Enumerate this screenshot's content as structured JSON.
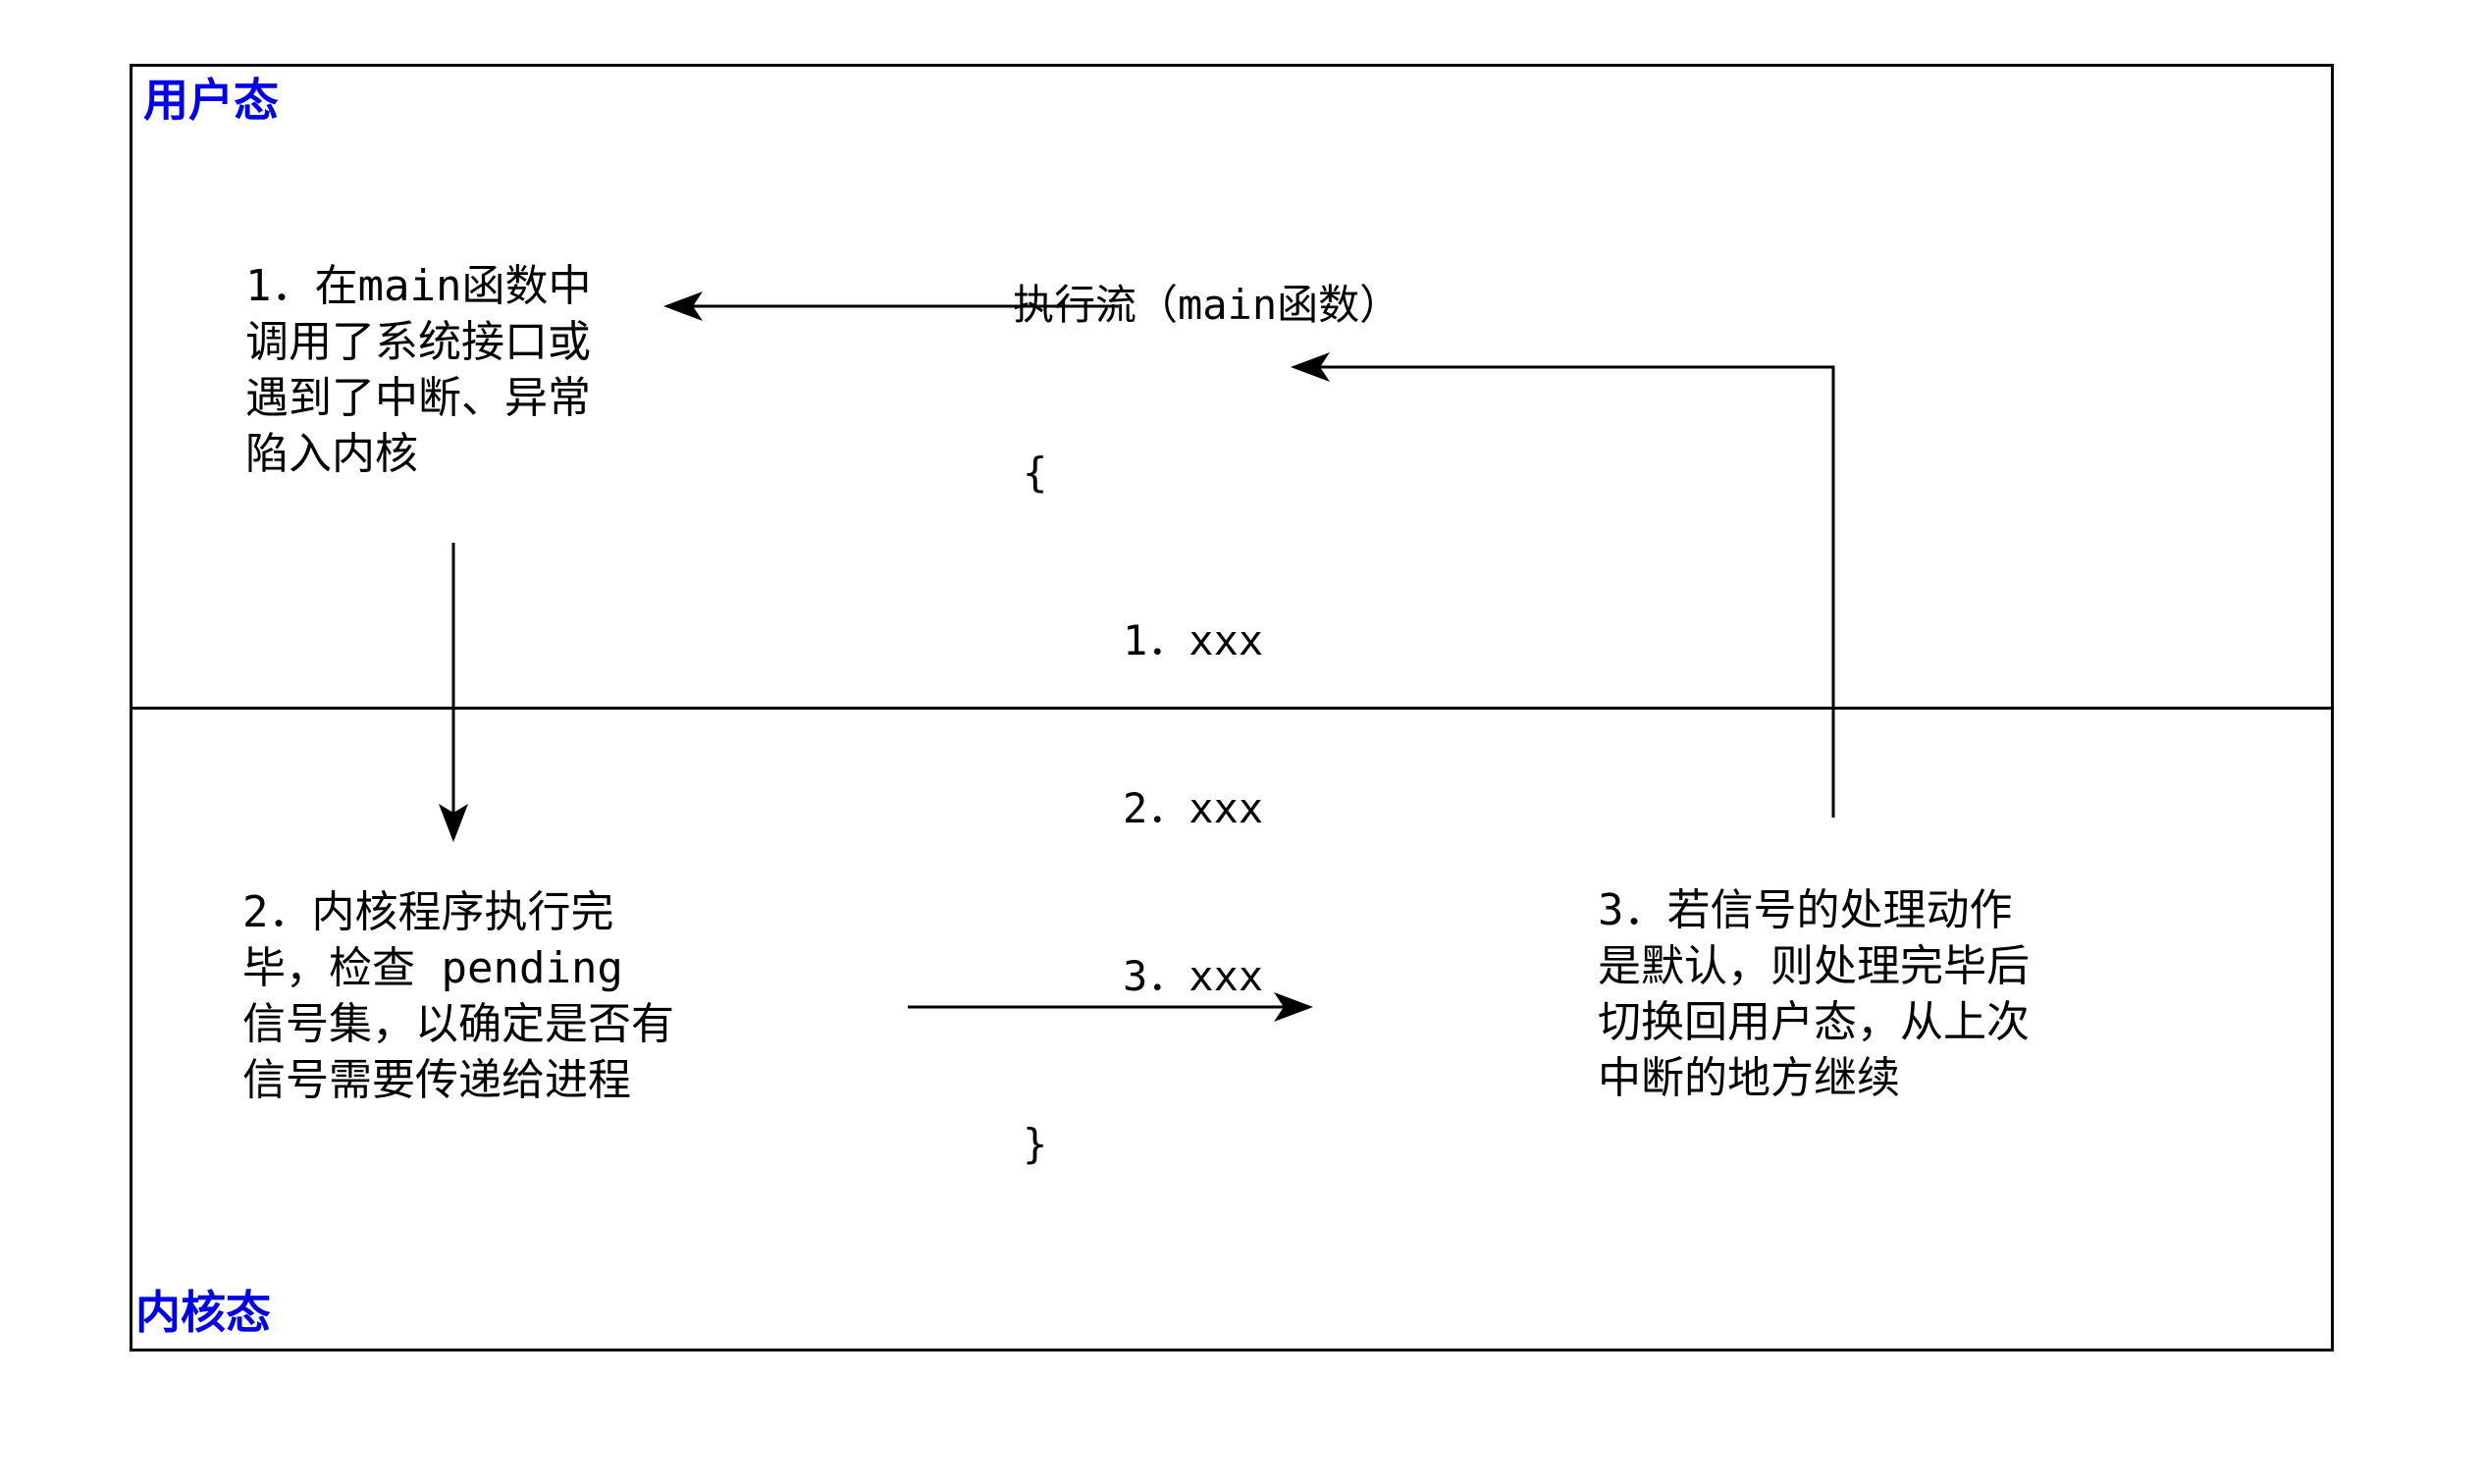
{
  "labels": {
    "user_mode": "用户态",
    "kernel_mode": "内核态"
  },
  "colors": {
    "mode_label_blue": "#0000ee",
    "line_black": "#000000",
    "background": "#ffffff"
  },
  "execution_flow": {
    "title": "执行流（main函数）",
    "open_brace": "{",
    "lines": [
      "1．xxx",
      "2．xxx",
      "3．xxx"
    ],
    "close_brace": "}"
  },
  "steps": {
    "step1": {
      "lines": [
        "1．在main函数中",
        "调用了系统接口或",
        "遇到了中断、异常",
        "陷入内核"
      ]
    },
    "step2": {
      "lines": [
        "2．内核程序执行完",
        "毕，检查 pending",
        "信号集，以确定是否有",
        "信号需要传递给进程"
      ]
    },
    "step3": {
      "lines": [
        "3．若信号的处理动作",
        "是默认，则处理完毕后",
        "切换回用户态，从上次",
        "中断的地方继续"
      ]
    }
  },
  "connections": [
    {
      "name": "trap-into-kernel-arrow",
      "from": "execution-flow-line-1",
      "to": "step1-note",
      "direction": "left"
    },
    {
      "name": "enter-kernel-arrow",
      "from": "step1-note",
      "to": "step2-note",
      "direction": "down"
    },
    {
      "name": "check-pending-arrow",
      "from": "step2-note",
      "to": "step3-note",
      "direction": "right"
    },
    {
      "name": "return-to-user-arrow",
      "from": "kernel-region",
      "to": "execution-flow-line-2",
      "direction": "up-then-left"
    }
  ]
}
